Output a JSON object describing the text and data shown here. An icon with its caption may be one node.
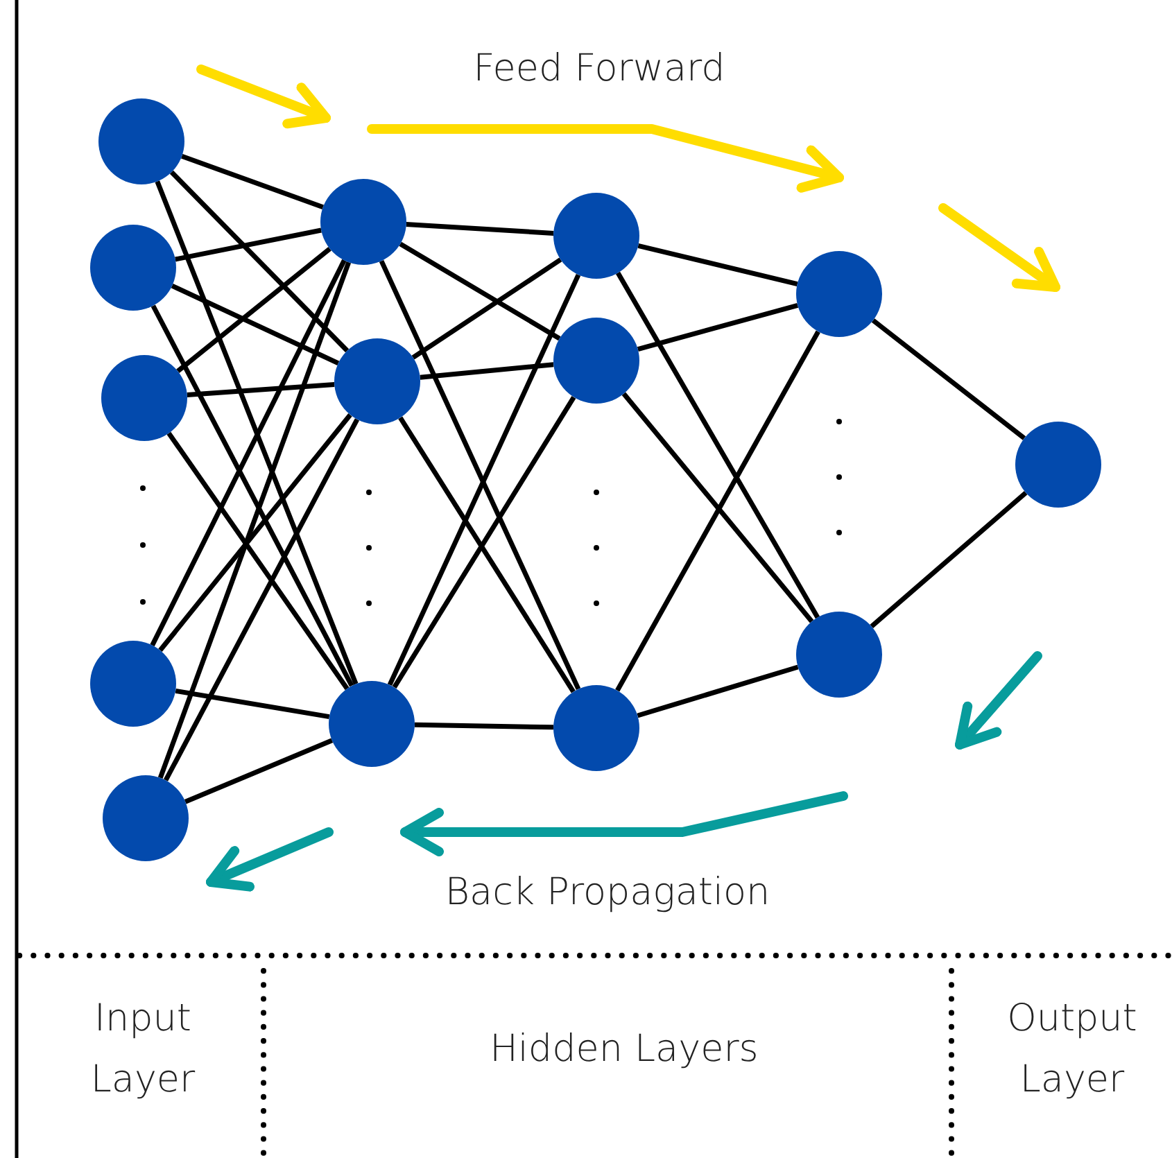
{
  "diagram": {
    "nodes": [
      {
        "text": [],
        "shape": "circle"
      },
      {
        "text": [],
        "shape": "circle"
      },
      {
        "text": [],
        "shape": "circle"
      },
      {
        "text": [],
        "shape": "circle"
      },
      {
        "text": [],
        "shape": "circle"
      },
      {
        "text": [],
        "shape": "circle"
      },
      {
        "text": [],
        "shape": "circle"
      },
      {
        "text": [],
        "shape": "circle"
      },
      {
        "text": [],
        "shape": "circle"
      },
      {
        "text": [],
        "shape": "circle"
      },
      {
        "text": [],
        "shape": "circle"
      },
      {
        "text": [],
        "shape": "circle"
      },
      {
        "text": [],
        "shape": "circle"
      },
      {
        "text": [],
        "shape": "circle"
      }
    ],
    "edges": [
      {
        "from": 0,
        "to": 5,
        "arrow": "none"
      },
      {
        "from": 0,
        "to": 6,
        "arrow": "none"
      },
      {
        "from": 0,
        "to": 7,
        "arrow": "none"
      },
      {
        "from": 1,
        "to": 5,
        "arrow": "none"
      },
      {
        "from": 1,
        "to": 6,
        "arrow": "none"
      },
      {
        "from": 1,
        "to": 7,
        "arrow": "none"
      },
      {
        "from": 2,
        "to": 5,
        "arrow": "none"
      },
      {
        "from": 2,
        "to": 6,
        "arrow": "none"
      },
      {
        "from": 2,
        "to": 7,
        "arrow": "none"
      },
      {
        "from": 3,
        "to": 5,
        "arrow": "none"
      },
      {
        "from": 3,
        "to": 6,
        "arrow": "none"
      },
      {
        "from": 3,
        "to": 7,
        "arrow": "none"
      },
      {
        "from": 4,
        "to": 5,
        "arrow": "none"
      },
      {
        "from": 4,
        "to": 6,
        "arrow": "none"
      },
      {
        "from": 4,
        "to": 7,
        "arrow": "none"
      },
      {
        "from": 5,
        "to": 8,
        "arrow": "none"
      },
      {
        "from": 5,
        "to": 9,
        "arrow": "none"
      },
      {
        "from": 5,
        "to": 10,
        "arrow": "none"
      },
      {
        "from": 6,
        "to": 8,
        "arrow": "none"
      },
      {
        "from": 6,
        "to": 9,
        "arrow": "none"
      },
      {
        "from": 6,
        "to": 10,
        "arrow": "none"
      },
      {
        "from": 7,
        "to": 8,
        "arrow": "none"
      },
      {
        "from": 7,
        "to": 9,
        "arrow": "none"
      },
      {
        "from": 7,
        "to": 10,
        "arrow": "none"
      },
      {
        "from": 8,
        "to": 11,
        "arrow": "none"
      },
      {
        "from": 8,
        "to": 12,
        "arrow": "none"
      },
      {
        "from": 9,
        "to": 11,
        "arrow": "none"
      },
      {
        "from": 9,
        "to": 12,
        "arrow": "none"
      },
      {
        "from": 10,
        "to": 11,
        "arrow": "none"
      },
      {
        "from": 10,
        "to": 12,
        "arrow": "none"
      },
      {
        "from": 11,
        "to": 13,
        "arrow": "none"
      },
      {
        "from": 12,
        "to": 13,
        "arrow": "none"
      }
    ],
    "labels": [
      "Feed Forward",
      "Back Propagation",
      "Input Layer",
      "Hidden Layers",
      "Output Layer"
    ]
  }
}
